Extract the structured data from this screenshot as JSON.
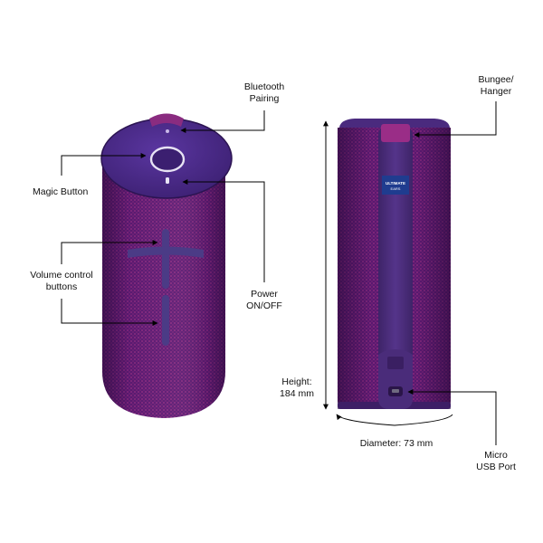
{
  "labels": {
    "bluetooth_pairing": [
      "Bluetooth",
      "Pairing"
    ],
    "magic_button": "Magic Button",
    "volume_control": [
      "Volume control",
      "buttons"
    ],
    "power": [
      "Power",
      "ON/OFF"
    ],
    "bungee_hanger": [
      "Bungee/",
      "Hanger"
    ],
    "height": [
      "Height:",
      "184 mm"
    ],
    "diameter": "Diameter: 73 mm",
    "micro_usb": [
      "Micro",
      "USB Port"
    ],
    "badge_line1": "ULTIMATE",
    "badge_line2": "EARS"
  },
  "colors": {
    "body_dark": "#3a1560",
    "body_mid": "#6a2080",
    "body_magenta": "#a0307e",
    "cap": "#4b2a86",
    "strap": "#4a2c7a",
    "line": "#000000",
    "badge": "#1f3c8f"
  },
  "icons": [
    "volume-plus-icon",
    "volume-minus-icon",
    "magic-ring-icon",
    "power-led-icon",
    "arrow-icon"
  ]
}
